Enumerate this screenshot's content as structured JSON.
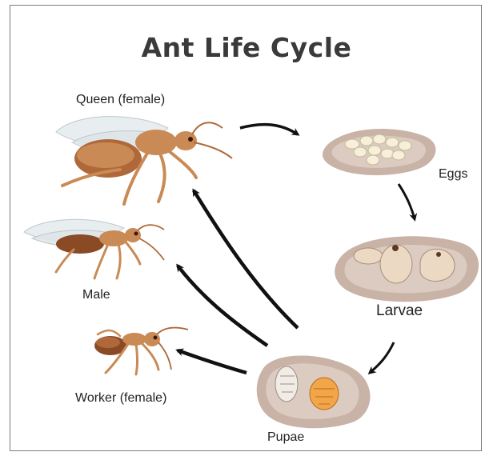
{
  "title": "Ant Life Cycle",
  "stages": {
    "queen": "Queen (female)",
    "eggs": "Eggs",
    "larvae": "Larvae",
    "pupae": "Pupae",
    "male": "Male",
    "worker": "Worker (female)"
  },
  "colors": {
    "ant_body": "#c98a55",
    "ant_dark": "#8a4a24",
    "wing": "#e6ecef",
    "dish": "#c9b2a6",
    "dish_inner": "#dccbc0",
    "egg": "#f6efd9",
    "larva": "#ecd9c4",
    "pupa_orange": "#f2a649",
    "arrow": "#111111"
  }
}
